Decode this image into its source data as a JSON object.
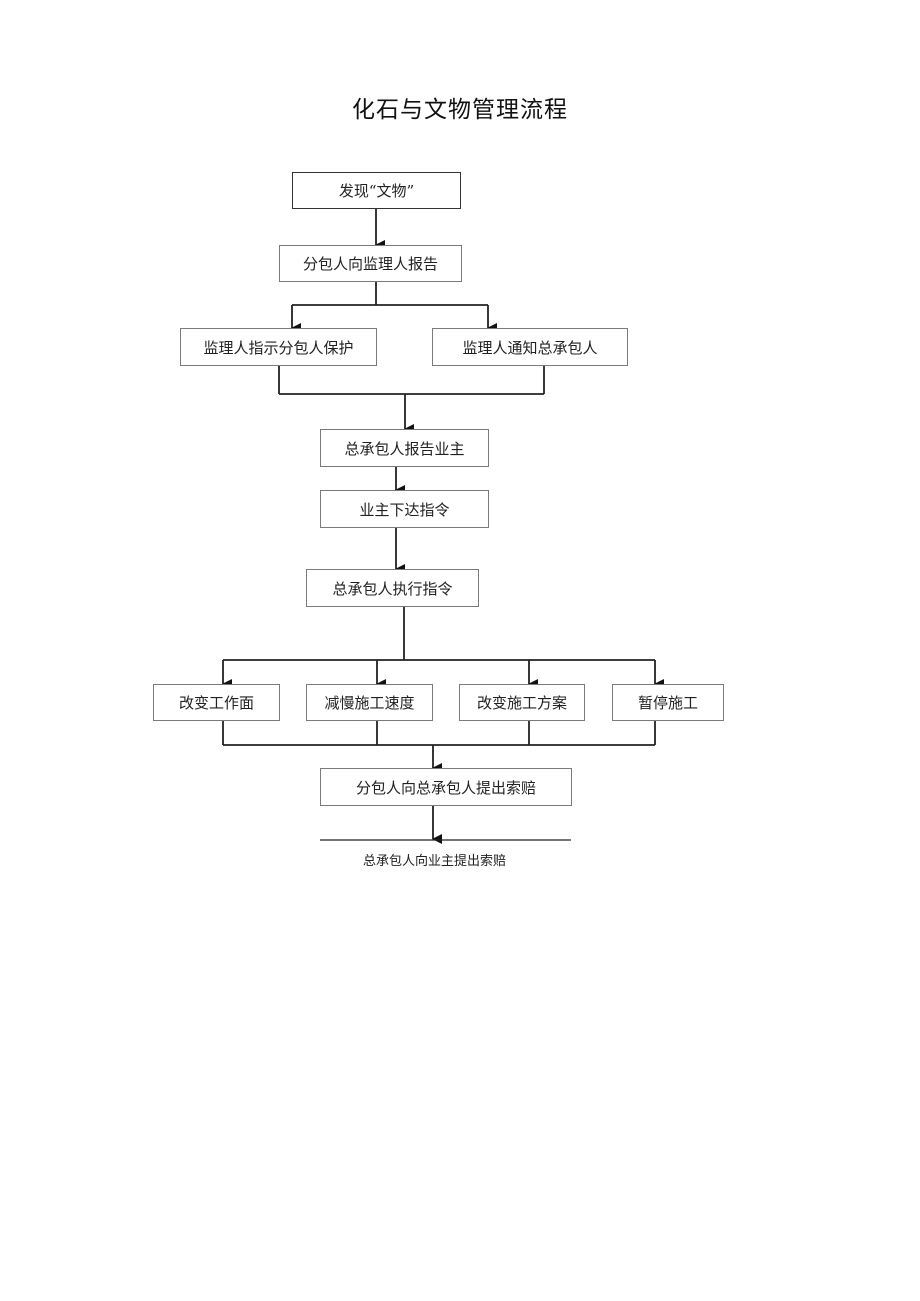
{
  "title": "化石与文物管理流程",
  "nodes": {
    "discover": "发现“文物”",
    "subcontractor_report": "分包人向监理人报告",
    "supervisor_instruct": "监理人指示分包人保护",
    "supervisor_notify": "监理人通知总承包人",
    "general_report_owner": "总承包人报告业主",
    "owner_issue_order": "业主下达指令",
    "general_execute": "总承包人执行指令",
    "change_work_surface": "改变工作面",
    "slow_construction": "减慢施工速度",
    "change_plan": "改变施工方案",
    "pause_construction": "暂停施工",
    "subcontractor_claim": "分包人向总承包人提出索赔",
    "general_claim_owner": "总承包人向业主提出索赔"
  }
}
